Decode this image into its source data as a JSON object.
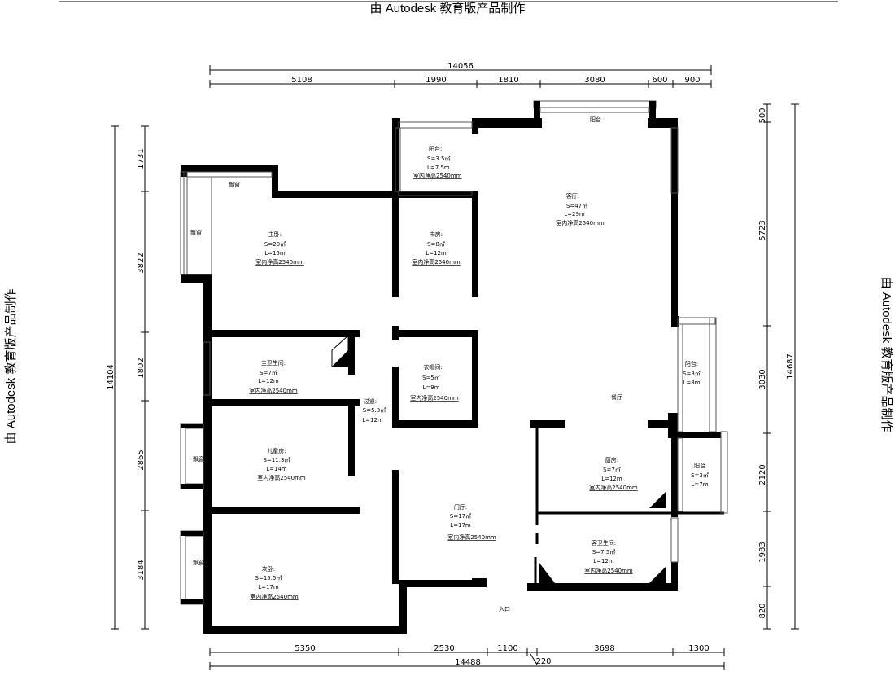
{
  "watermark": {
    "top": "由 Autodesk 教育版产品制作",
    "left": "由 Autodesk 教育版产品制作",
    "right": "由 Autodesk 教育版产品制作"
  },
  "dimensions": {
    "top_total": "14056",
    "top": [
      "5108",
      "1990",
      "1810",
      "3080",
      "600",
      "900"
    ],
    "bottom": [
      "5350",
      "2530",
      "1100",
      "220",
      "3698",
      "1300"
    ],
    "bottom_total": "14488",
    "left_total": "14104",
    "left": [
      "1731",
      "3822",
      "1802",
      "2865",
      "3184"
    ],
    "right": [
      "500",
      "5723",
      "3030",
      "2120",
      "1983",
      "820"
    ],
    "right_total": "14687"
  },
  "rooms": {
    "balcony_top": "阳台",
    "balcony_left": {
      "name": "阳台:",
      "area": "S=3.5㎡",
      "perim": "L=7.5m",
      "height": "室内净高2540mm"
    },
    "living": {
      "name": "客厅:",
      "area": "S=47㎡",
      "perim": "L=29m",
      "height": "室内净高2540mm"
    },
    "master": {
      "name": "主卧:",
      "area": "S=20㎡",
      "perim": "L=15m",
      "height": "室内净高2540mm"
    },
    "study": {
      "name": "书房:",
      "area": "S=8㎡",
      "perim": "L=12m",
      "height": "室内净高2540mm"
    },
    "master_bath": {
      "name": "主卫生间:",
      "area": "S=7㎡",
      "perim": "L=12m",
      "height": "室内净高2540mm"
    },
    "storage": {
      "name": "衣帽间:",
      "area": "S=5㎡",
      "perim": "L=9m",
      "height": "室内净高2540mm"
    },
    "corridor": {
      "name": "过道:",
      "area": "S=5.3㎡",
      "perim": "L=12m"
    },
    "child": {
      "name": "儿童房:",
      "area": "S=11.3㎡",
      "perim": "L=14m",
      "height": "室内净高2540mm"
    },
    "second": {
      "name": "次卧:",
      "area": "S=15.5㎡",
      "perim": "L=17m",
      "height": "室内净高2540mm"
    },
    "foyer": {
      "name": "门厅:",
      "area": "S=17㎡",
      "perim": "L=17m",
      "height": "室内净高2540mm"
    },
    "kitchen": {
      "name": "厨房:",
      "area": "S=7㎡",
      "perim": "L=12m",
      "height": "室内净高2540mm"
    },
    "guest_bath": {
      "name": "客卫生间:",
      "area": "S=7.5㎡",
      "perim": "L=12m",
      "height": "室内净高2540mm"
    },
    "balcony_right": {
      "name": "阳台:",
      "area": "S=3㎡",
      "perim": "L=8m"
    },
    "balcony_small": {
      "name": "阳台",
      "area": "S=3㎡",
      "perim": "L=7m"
    },
    "dining": "餐厅",
    "entrance": "入口",
    "bay1": "飘窗",
    "bay2": "飘窗",
    "bay3": "飘窗",
    "bay4": "飘窗"
  }
}
